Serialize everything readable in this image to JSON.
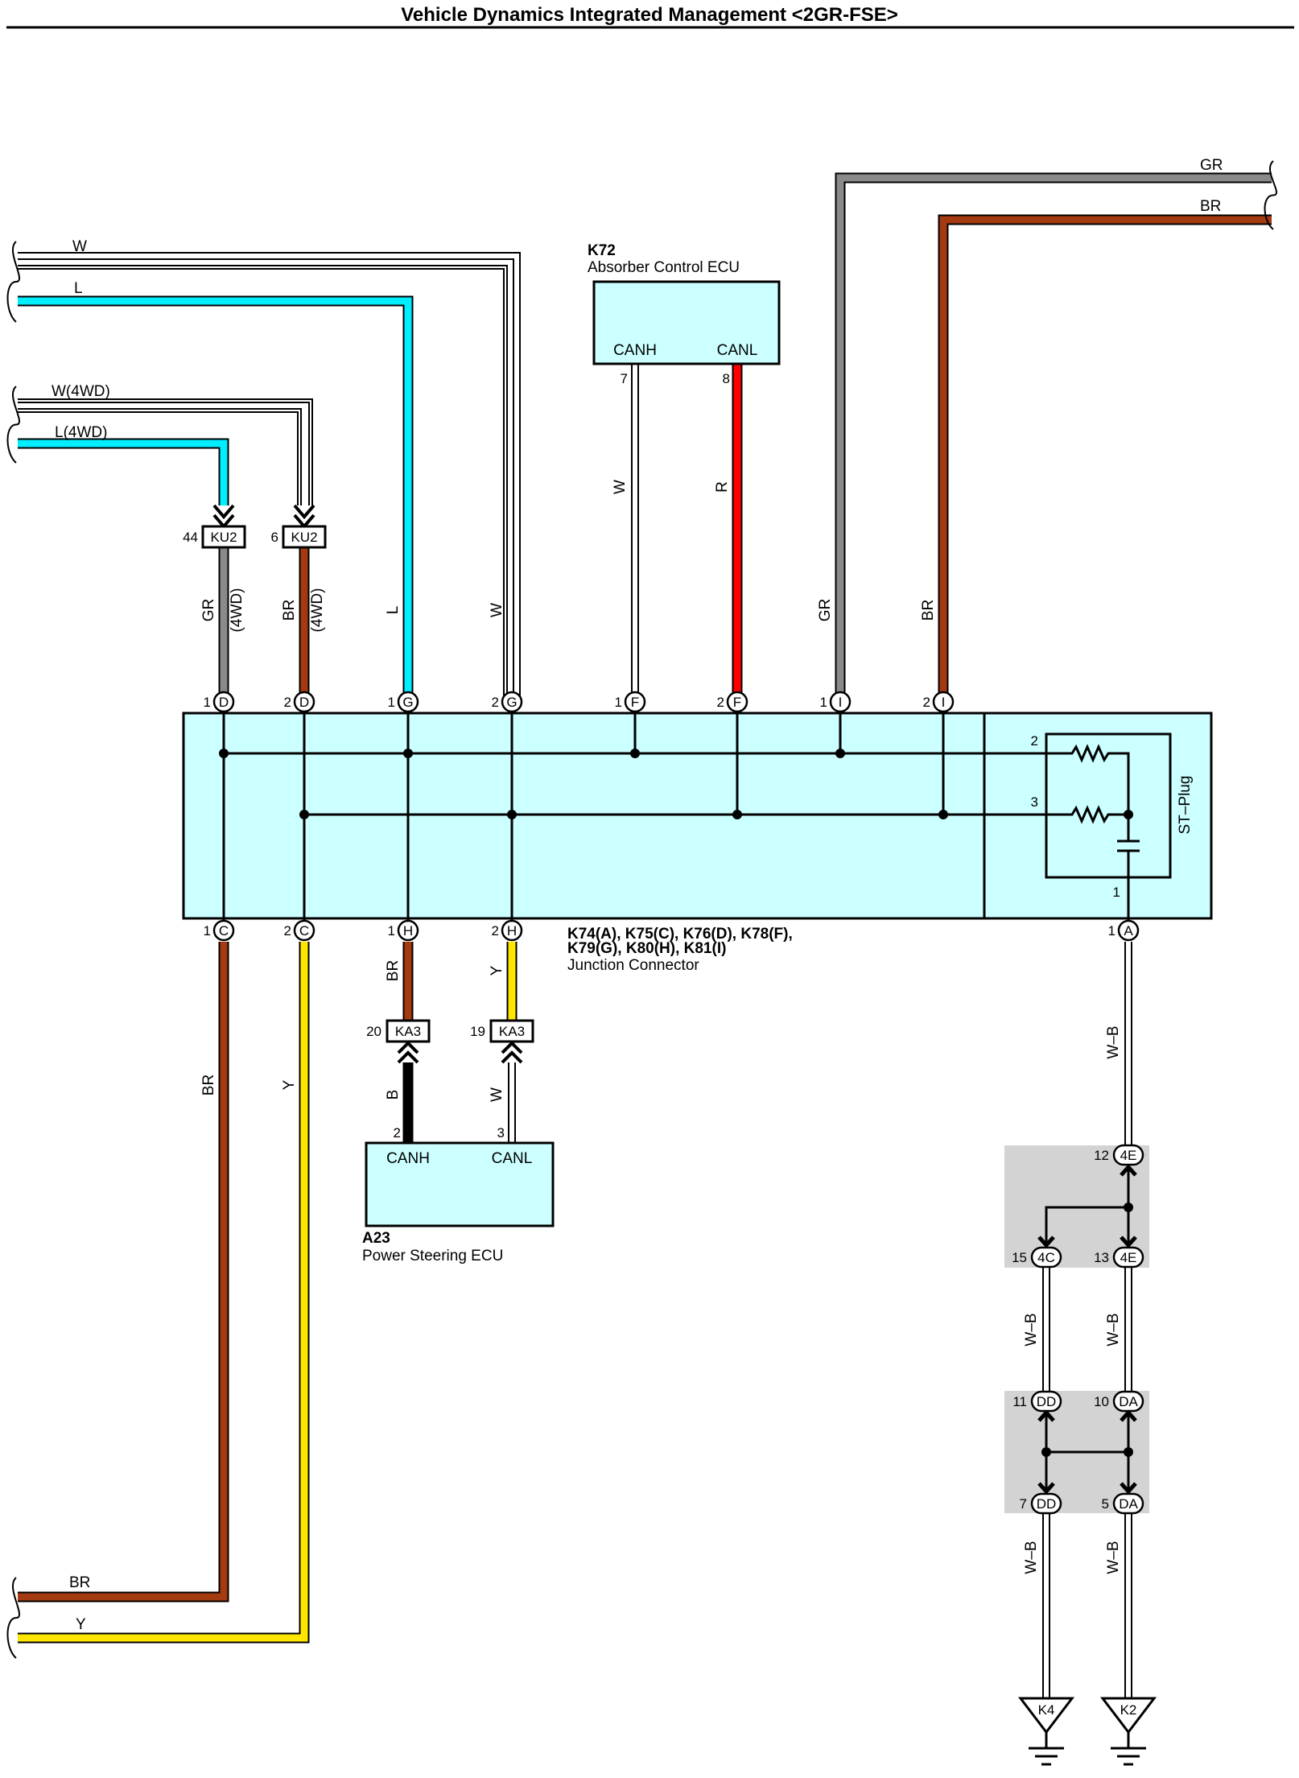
{
  "title": "Vehicle Dynamics Integrated Management <2GR-FSE>",
  "colors": {
    "W": "#ffffff",
    "L": "#00eeff",
    "GR": "#8a8a8a",
    "BR": "#a33a10",
    "R": "#ff0000",
    "Y": "#ffe600",
    "B": "#000000",
    "W-B": "#ffffff",
    "ecu_fill": "#ccffff",
    "splice_fill": "#d3d3d3"
  },
  "components": {
    "k72": {
      "id": "K72",
      "name": "Absorber Control ECU",
      "pin1": "CANH",
      "pin2": "CANL",
      "pin1_no": "7",
      "pin2_no": "8"
    },
    "a23": {
      "id": "A23",
      "name": "Power Steering ECU",
      "pin1": "CANH",
      "pin2": "CANL",
      "pin1_no": "2",
      "pin2_no": "3"
    },
    "junction": {
      "ids_line1": "K74(A), K75(C), K76(D), K78(F),",
      "ids_line2": "K79(G), K80(H), K81(I)",
      "name": "Junction Connector",
      "st_plug": "ST–Plug",
      "st_pin_top": "2",
      "st_pin_mid": "3",
      "st_pin_bottom": "1"
    }
  },
  "left_wires": {
    "w_label": "W",
    "l_label": "L",
    "w4_label": "W(4WD)",
    "l4_label": "L(4WD)",
    "br_bottom_label": "BR",
    "y_bottom_label": "Y"
  },
  "right_wires": {
    "gr_label": "GR",
    "br_label": "BR"
  },
  "vertical_labels": {
    "gr": "GR",
    "gr_4wd": "(4WD)",
    "br": "BR",
    "br_4wd": "(4WD)",
    "l": "L",
    "w": "W",
    "k72_w": "W",
    "k72_r": "R",
    "gr_right": "GR",
    "br_right": "BR",
    "bottom_br": "BR",
    "bottom_y": "Y",
    "h_br": "BR",
    "h_y": "Y",
    "a23_b": "B",
    "a23_w": "W",
    "wb1": "W–B",
    "wb2": "W–B",
    "wb3": "W–B",
    "wb4": "W–B",
    "wb5": "W–B"
  },
  "top_pins": [
    {
      "no": "1",
      "letter": "D"
    },
    {
      "no": "2",
      "letter": "D"
    },
    {
      "no": "1",
      "letter": "G"
    },
    {
      "no": "2",
      "letter": "G"
    },
    {
      "no": "1",
      "letter": "F"
    },
    {
      "no": "2",
      "letter": "F"
    },
    {
      "no": "1",
      "letter": "I"
    },
    {
      "no": "2",
      "letter": "I"
    }
  ],
  "bottom_pins": [
    {
      "no": "1",
      "letter": "C"
    },
    {
      "no": "2",
      "letter": "C"
    },
    {
      "no": "1",
      "letter": "H"
    },
    {
      "no": "2",
      "letter": "H"
    },
    {
      "no": "1",
      "letter": "A"
    }
  ],
  "inline_connectors": {
    "ku2_a": {
      "no": "44",
      "name": "KU2"
    },
    "ku2_b": {
      "no": "6",
      "name": "KU2"
    },
    "ka3_a": {
      "no": "20",
      "name": "KA3"
    },
    "ka3_b": {
      "no": "19",
      "name": "KA3"
    }
  },
  "splice_pins": {
    "p12": {
      "no": "12",
      "name": "4E"
    },
    "p15": {
      "no": "15",
      "name": "4C"
    },
    "p13": {
      "no": "13",
      "name": "4E"
    },
    "p11": {
      "no": "11",
      "name": "DD"
    },
    "p10": {
      "no": "10",
      "name": "DA"
    },
    "p7": {
      "no": "7",
      "name": "DD"
    },
    "p5": {
      "no": "5",
      "name": "DA"
    }
  },
  "grounds": {
    "g1": "K4",
    "g2": "K2"
  }
}
